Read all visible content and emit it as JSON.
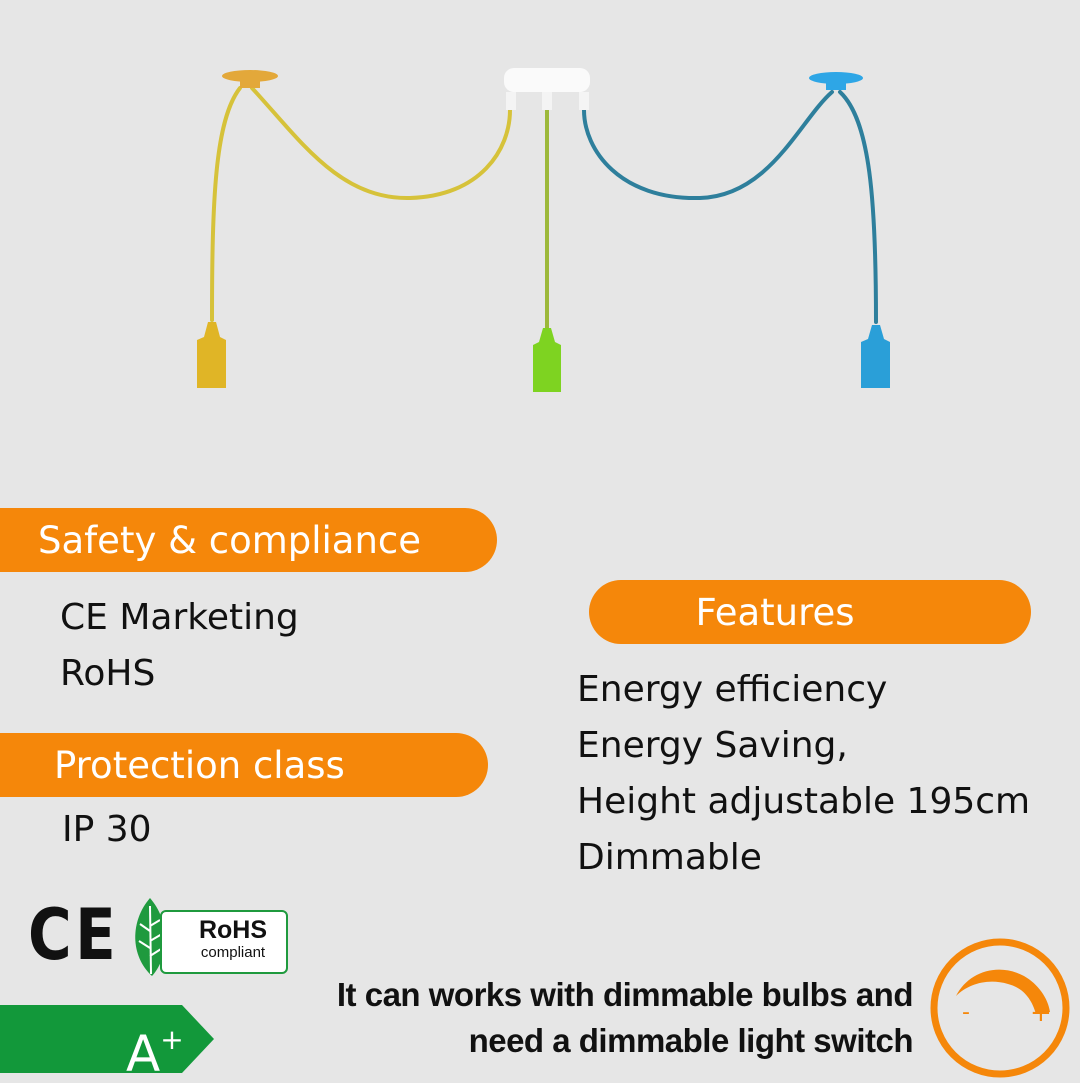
{
  "colors": {
    "accent": "#f5870a",
    "green": "#12983a",
    "background": "#e6e6e6"
  },
  "product": {
    "image": "three-pendant-lamp",
    "cable_colors": [
      "#d6c23a",
      "#8cc63f",
      "#2e86a8"
    ],
    "socket_colors": [
      "#e0b526",
      "#7ed321",
      "#2a9fd8"
    ]
  },
  "safety": {
    "title": "Safety & compliance",
    "items": [
      "CE Marketing",
      "RoHS"
    ]
  },
  "protection": {
    "title": "Protection class",
    "value": "IP 30"
  },
  "features": {
    "title": "Features",
    "items": [
      "Energy efficiency",
      "Energy Saving,",
      "Height adjustable 195cm",
      "Dimmable"
    ]
  },
  "badges": {
    "ce": "CE",
    "rohs_title": "RoHS",
    "rohs_sub": "compliant",
    "energy_class": "A",
    "energy_plus": "+"
  },
  "dimmer": {
    "icon": "dimmer-icon",
    "minus": "-",
    "plus": "+",
    "line1": "It can works with dimmable bulbs and",
    "line2": "need a dimmable light switch"
  }
}
